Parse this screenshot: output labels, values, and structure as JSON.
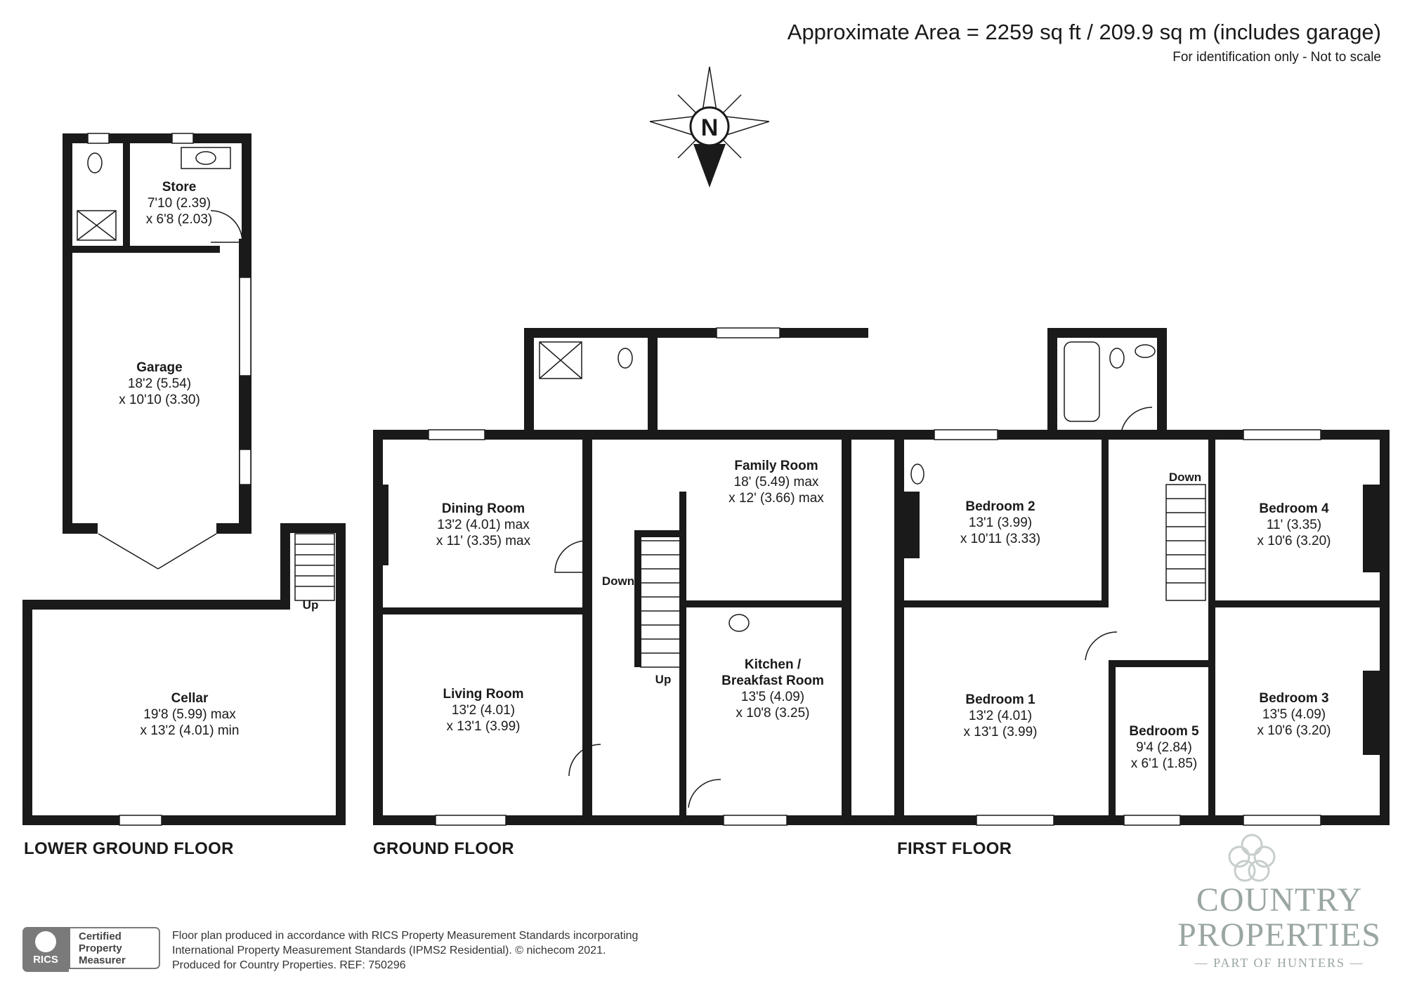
{
  "header": {
    "area": "Approximate Area = 2259 sq ft / 209.9 sq m (includes garage)",
    "note": "For identification only - Not to scale"
  },
  "compass": {
    "letter": "N"
  },
  "floors": {
    "lower": "LOWER GROUND FLOOR",
    "ground": "GROUND FLOOR",
    "first": "FIRST FLOOR"
  },
  "rooms": {
    "store": {
      "name": "Store",
      "line1": "7'10 (2.39)",
      "line2": "x 6'8 (2.03)"
    },
    "garage": {
      "name": "Garage",
      "line1": "18'2 (5.54)",
      "line2": "x 10'10 (3.30)"
    },
    "cellar": {
      "name": "Cellar",
      "line1": "19'8 (5.99) max",
      "line2": "x 13'2 (4.01) min"
    },
    "dining": {
      "name": "Dining Room",
      "line1": "13'2 (4.01) max",
      "line2": "x 11' (3.35) max"
    },
    "living": {
      "name": "Living Room",
      "line1": "13'2 (4.01)",
      "line2": "x 13'1 (3.99)"
    },
    "family": {
      "name": "Family Room",
      "line1": "18' (5.49) max",
      "line2": "x 12' (3.66) max"
    },
    "kitchen": {
      "name1": "Kitchen /",
      "name2": "Breakfast Room",
      "line1": "13'5 (4.09)",
      "line2": "x 10'8 (3.25)"
    },
    "bed1": {
      "name": "Bedroom 1",
      "line1": "13'2 (4.01)",
      "line2": "x 13'1 (3.99)"
    },
    "bed2": {
      "name": "Bedroom 2",
      "line1": "13'1 (3.99)",
      "line2": "x 10'11 (3.33)"
    },
    "bed3": {
      "name": "Bedroom 3",
      "line1": "13'5 (4.09)",
      "line2": "x 10'6 (3.20)"
    },
    "bed4": {
      "name": "Bedroom 4",
      "line1": "11' (3.35)",
      "line2": "x 10'6 (3.20)"
    },
    "bed5": {
      "name": "Bedroom 5",
      "line1": "9'4 (2.84)",
      "line2": "x 6'1 (1.85)"
    }
  },
  "stairs": {
    "cellar_up": "Up",
    "ground_down": "Down",
    "ground_up": "Up",
    "first_down": "Down"
  },
  "footer": {
    "line1": "Floor plan produced in accordance with RICS Property Measurement Standards incorporating",
    "line2": "International Property Measurement Standards (IPMS2 Residential).   © nichecom 2021.",
    "line3": "Produced for Country Properties.   REF: 750296"
  },
  "rics": {
    "logo": "RICS",
    "cert1": "Certified",
    "cert2": "Property",
    "cert3": "Measurer"
  },
  "brand": {
    "line1": "COUNTRY",
    "line2": "PROPERTIES",
    "line3": "— PART OF HUNTERS —"
  },
  "colors": {
    "wall": "#1a1a1a",
    "brand": "#9aa6a3"
  }
}
